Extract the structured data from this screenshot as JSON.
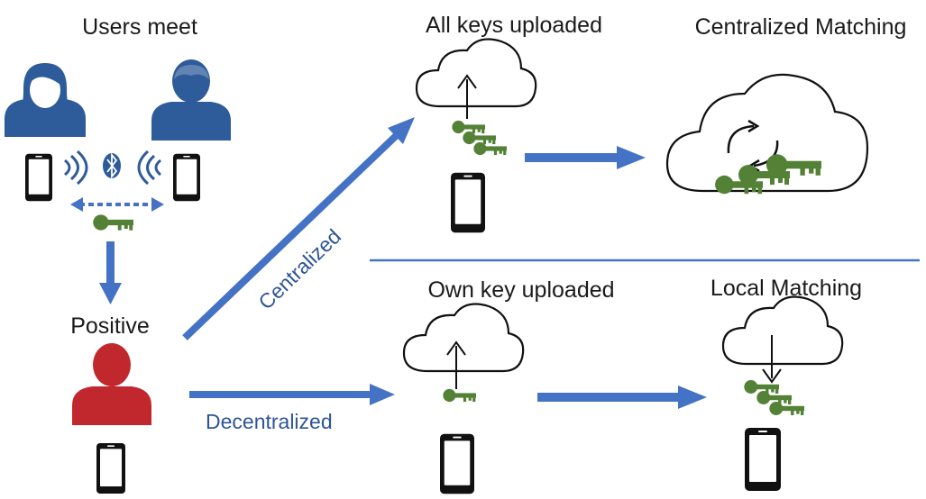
{
  "labels": {
    "users_meet": "Users meet",
    "all_keys_uploaded": "All keys uploaded",
    "centralized_matching": "Centralized Matching",
    "own_key_uploaded": "Own key uploaded",
    "local_matching": "Local Matching",
    "positive": "Positive",
    "centralized": "Centralized",
    "decentralized": "Decentralized"
  },
  "colors": {
    "user_blue": "#2e5b99",
    "positive_red": "#c0282d",
    "arrow_blue": "#4472c4",
    "label_blue": "#2f5597",
    "key_green": "#538135",
    "divider_blue": "#4472c4"
  },
  "icons": [
    "user-icon",
    "phone-icon",
    "bluetooth-icon",
    "signal-icon",
    "key-icon",
    "cloud-icon",
    "sync-icon"
  ]
}
